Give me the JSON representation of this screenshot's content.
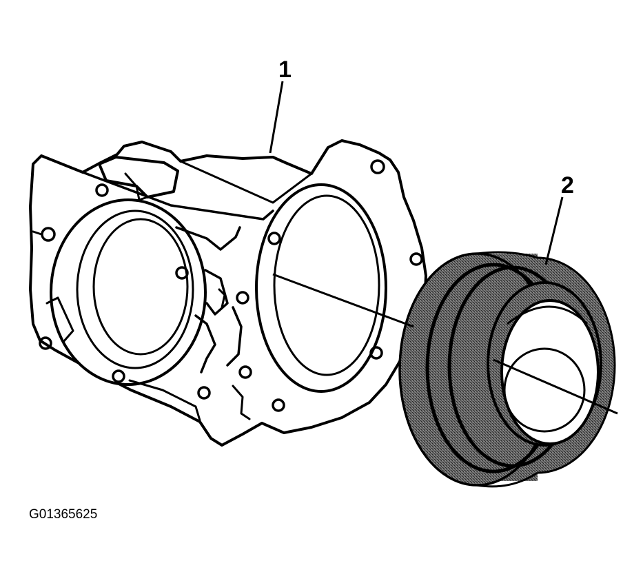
{
  "callouts": [
    {
      "number": "1",
      "part": "housing"
    },
    {
      "number": "2",
      "part": "seal"
    }
  ],
  "figure_id": "G01365625"
}
